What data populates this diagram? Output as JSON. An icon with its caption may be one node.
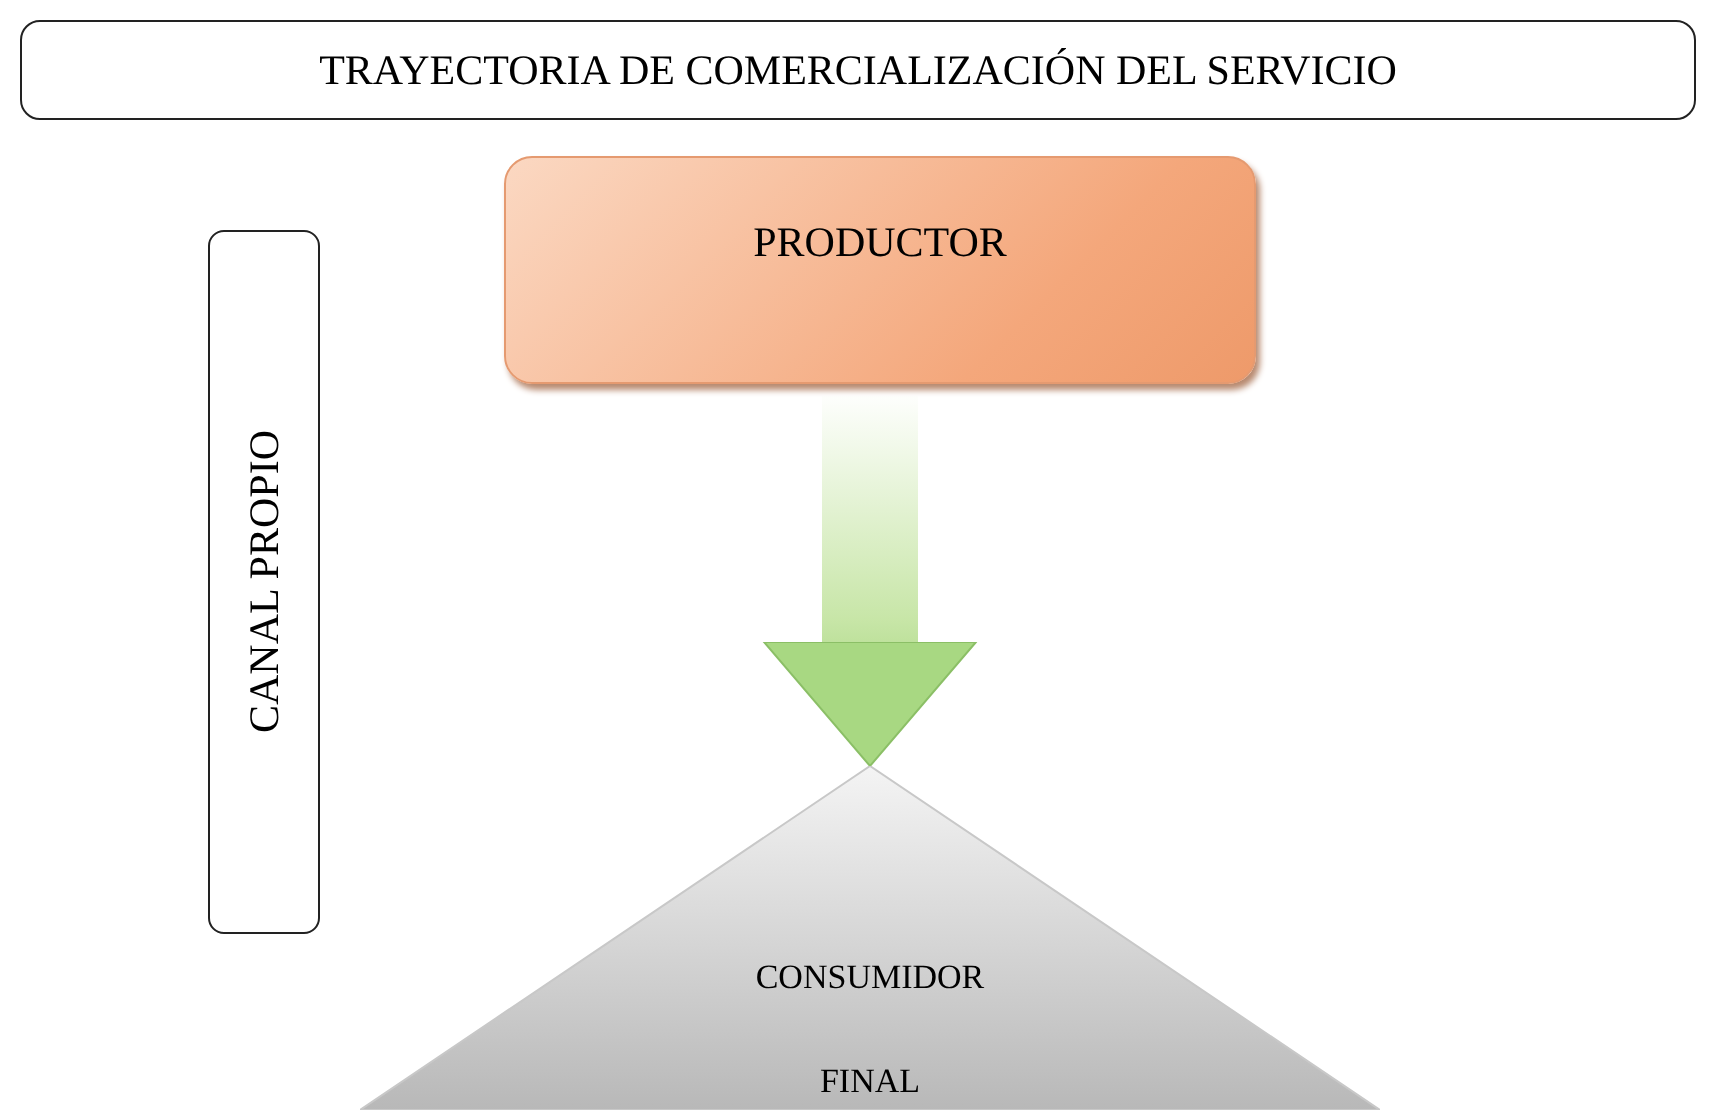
{
  "diagram": {
    "title": "TRAYECTORIA DE COMERCIALIZACIÓN DEL SERVICIO",
    "nodes": [
      {
        "text": [
          "PRODUCTOR"
        ]
      },
      {
        "text": [
          "CANAL PROPIO"
        ]
      },
      {
        "text": [
          "CONSUMIDOR FINAL"
        ]
      }
    ],
    "edges": [
      {
        "from": 0,
        "to": 2,
        "arrow": "to"
      }
    ]
  }
}
